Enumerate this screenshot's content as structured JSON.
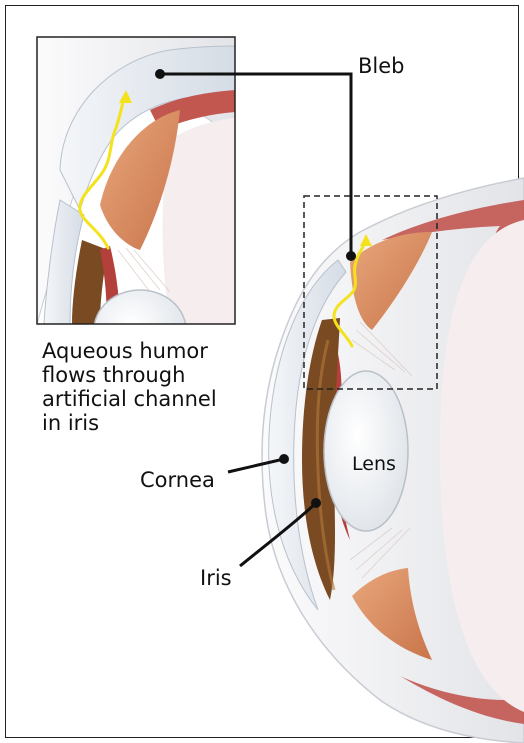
{
  "labels": {
    "bleb": "Bleb",
    "aqueous_note": "Aqueous humor\nflows through\nartificial channel\nin iris",
    "cornea": "Cornea",
    "lens": "Lens",
    "iris": "Iris"
  },
  "colors": {
    "frame": "#222222",
    "leader": "#111111",
    "sclera": "#f2f2f4",
    "cornea": "#dfe5ec",
    "muscle": "#d88a5e",
    "vessel": "#b3403a",
    "iris": "#7a4a22",
    "lens": "#f4f6f8",
    "flow": "#f3e21c"
  }
}
